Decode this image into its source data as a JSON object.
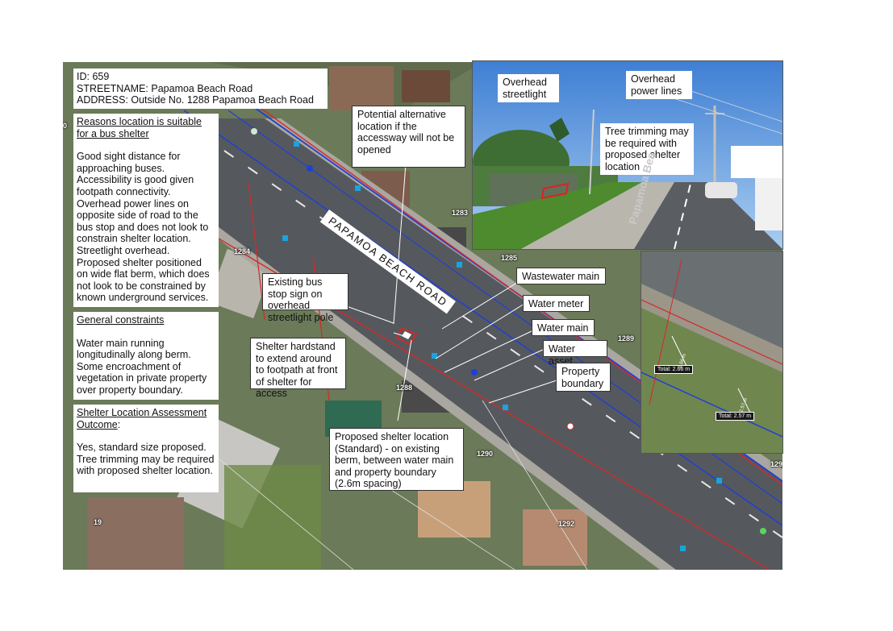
{
  "info": {
    "id_line": "ID: 659",
    "street_line": "STREETNAME: Papamoa Beach Road",
    "address_line": "ADDRESS: Outside No. 1288 Papamoa Beach Road"
  },
  "reasons": {
    "heading": "Reasons location is suitable for a bus shelter",
    "body": "Good sight distance for approaching buses. Accessibility is good given footpath connectivity. Overhead power lines on opposite side of road to the bus stop and does not look to constrain shelter location. Streetlight overhead. Proposed shelter positioned on wide flat berm, which does not look to be constrained by known underground services."
  },
  "constraints": {
    "heading": "General constraints",
    "body": "Water main running longitudinally along berm. Some encroachment of vegetation in private property over property boundary."
  },
  "outcome": {
    "heading": "Shelter Location Assessment Outcome",
    "heading_suffix": ":",
    "body": "Yes, standard size proposed. Tree trimming may be required with proposed shelter location."
  },
  "road_label": "PAPAMOA BEACH ROAD",
  "callouts": {
    "alternative": "Potential alternative location if the accessway will not be opened",
    "bus_stop_sign": "Existing bus stop sign on overhead streetlight pole",
    "hardstand": "Shelter hardstand to extend around to footpath at front of shelter for access",
    "proposed": "Proposed shelter location (Standard) - on existing berm, between water main and property boundary (2.6m spacing)",
    "wastewater": "Wastewater main",
    "water_meter": "Water meter",
    "water_main": "Water main",
    "water_asset": "Water asset",
    "property_boundary": "Property boundary"
  },
  "photo": {
    "streetlight": "Overhead streetlight",
    "power_lines": "Overhead power lines",
    "tree_trimming": "Tree trimming may be required with proposed shelter location",
    "street_sign": "Papamoa Bea"
  },
  "measurements": {
    "total_a": "Total: 2.66 m",
    "total_b": "Total: 2.57 m",
    "seg_a": "2.66 m",
    "seg_b": "2.57 m"
  },
  "house_numbers": {
    "n1283": "1283",
    "n1284": "1284",
    "n1285": "1285",
    "n1288": "1288",
    "n1289": "1289",
    "n1290": "1290",
    "n1292": "1292",
    "n19": "19",
    "n129": "129",
    "n0": "0"
  },
  "colors": {
    "water_main": "#1f3fd6",
    "property_boundary": "#d62828",
    "water_asset": "#18a4e0",
    "road": "#55595e",
    "grass": "#6f8a4a"
  }
}
